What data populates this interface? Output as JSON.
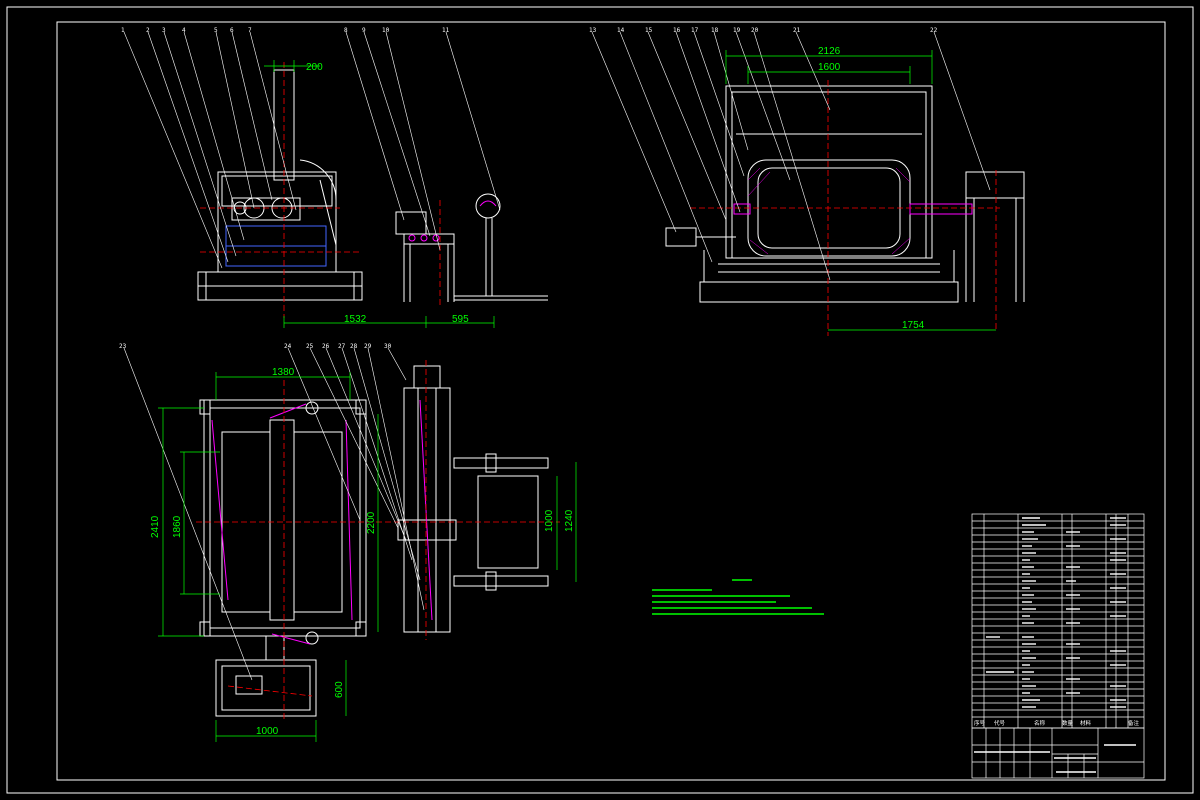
{
  "colors": {
    "background": "#000000",
    "outline": "#ffffff",
    "dimension": "#00ff00",
    "centerline": "#ff0000",
    "hidden": "#4466ff",
    "accent_yellow": "#ffff00",
    "accent_magenta": "#ff00ff"
  },
  "dimensions": {
    "front_top_200": "200",
    "front_bottom_1532": "1532",
    "front_bottom_595": "595",
    "side_top_2126": "2126",
    "side_top_1600": "1600",
    "side_bottom_1754": "1754",
    "plan_top_1380": "1380",
    "plan_left_2410": "2410",
    "plan_left_1860": "1860",
    "plan_mid_2200": "2200",
    "plan_right_1000": "1000",
    "plan_right_1240": "1240",
    "base_vertical_600": "600",
    "base_horizontal_1000": "1000"
  },
  "labels": {
    "title_block_item_col": "序号",
    "title_block_code_col": "代号",
    "title_block_name_col": "名称",
    "title_block_qty_col": "数量",
    "title_block_material_col": "材料",
    "title_block_note_col": "备注"
  }
}
